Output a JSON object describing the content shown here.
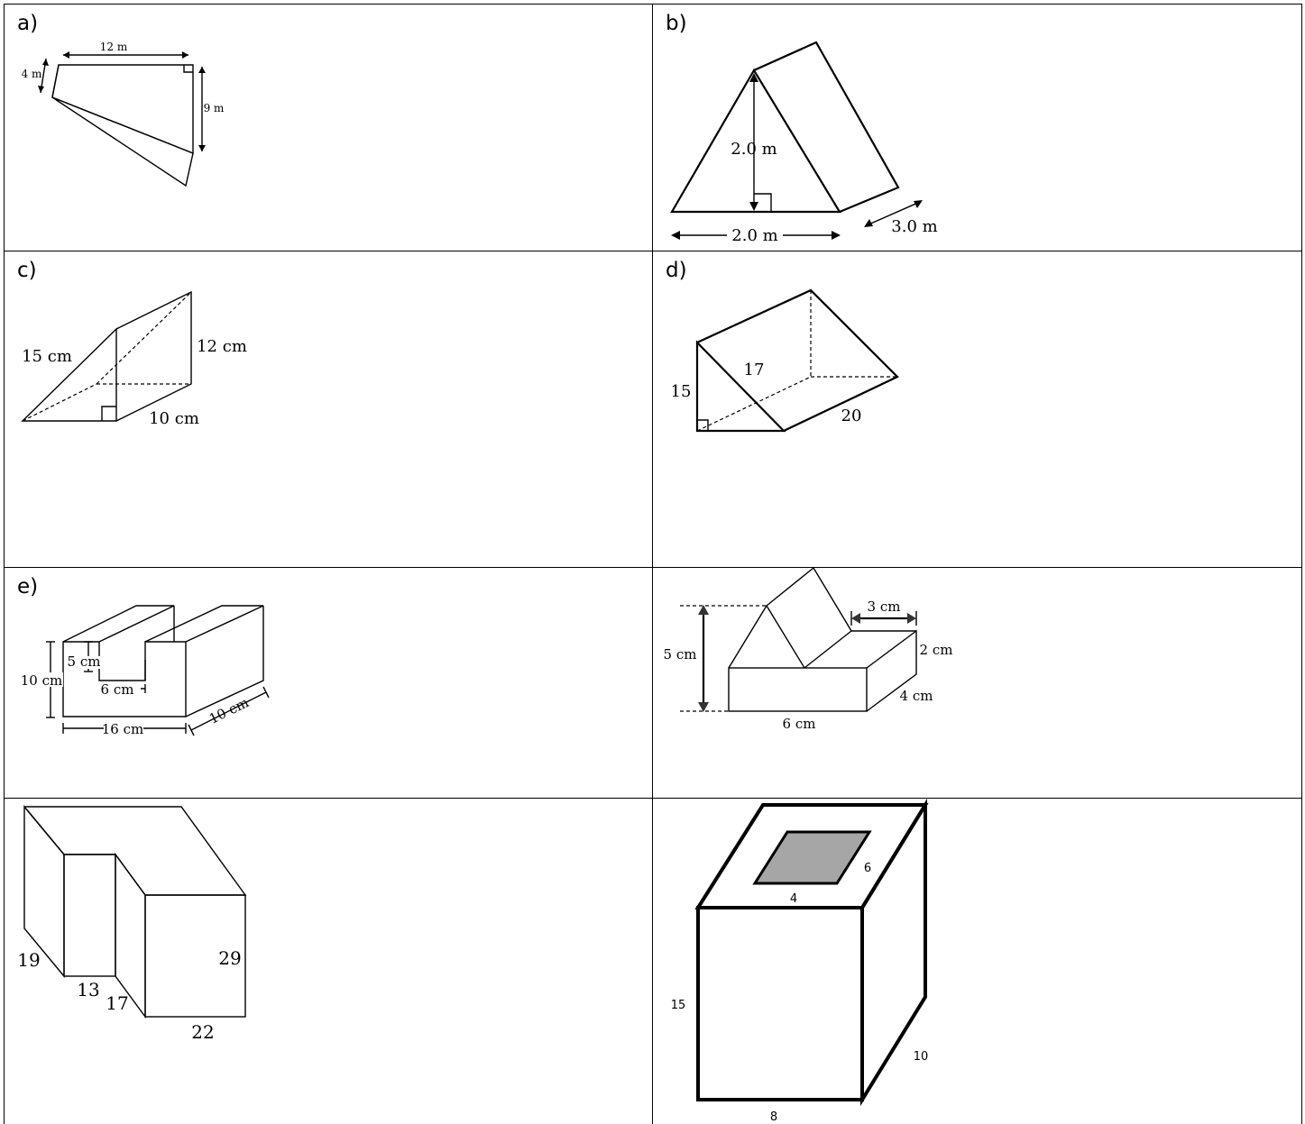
{
  "cells": {
    "a": {
      "label": "a)",
      "dims": {
        "top": "12 m",
        "left": "4 m",
        "right": "9 m"
      }
    },
    "b": {
      "label": "b)",
      "dims": {
        "height": "2.0 m",
        "base": "2.0 m",
        "depth": "3.0 m"
      }
    },
    "c": {
      "label": "c)",
      "dims": {
        "hyp": "15 cm",
        "height": "12 cm",
        "depth": "10 cm"
      }
    },
    "d": {
      "label": "d)",
      "dims": {
        "height": "15",
        "hyp": "17",
        "depth": "20"
      }
    },
    "e": {
      "label": "e)",
      "dims": {
        "slot_depth": "5 cm",
        "slot_width": "6 cm",
        "height": "10 cm",
        "width": "16 cm",
        "depth": "10 cm"
      }
    },
    "f": {
      "label": "",
      "dims": {
        "height": "5 cm",
        "top": "3 cm",
        "box_h": "2 cm",
        "depth": "4 cm",
        "width": "6 cm"
      }
    },
    "g": {
      "label": "",
      "dims": {
        "left": "19",
        "step": "13",
        "diag": "17",
        "right": "29",
        "bottom": "22"
      }
    },
    "h": {
      "label": "",
      "dims": {
        "hole_w": "6",
        "hole_l": "4",
        "height": "15",
        "depth": "10",
        "width": "8"
      }
    }
  }
}
